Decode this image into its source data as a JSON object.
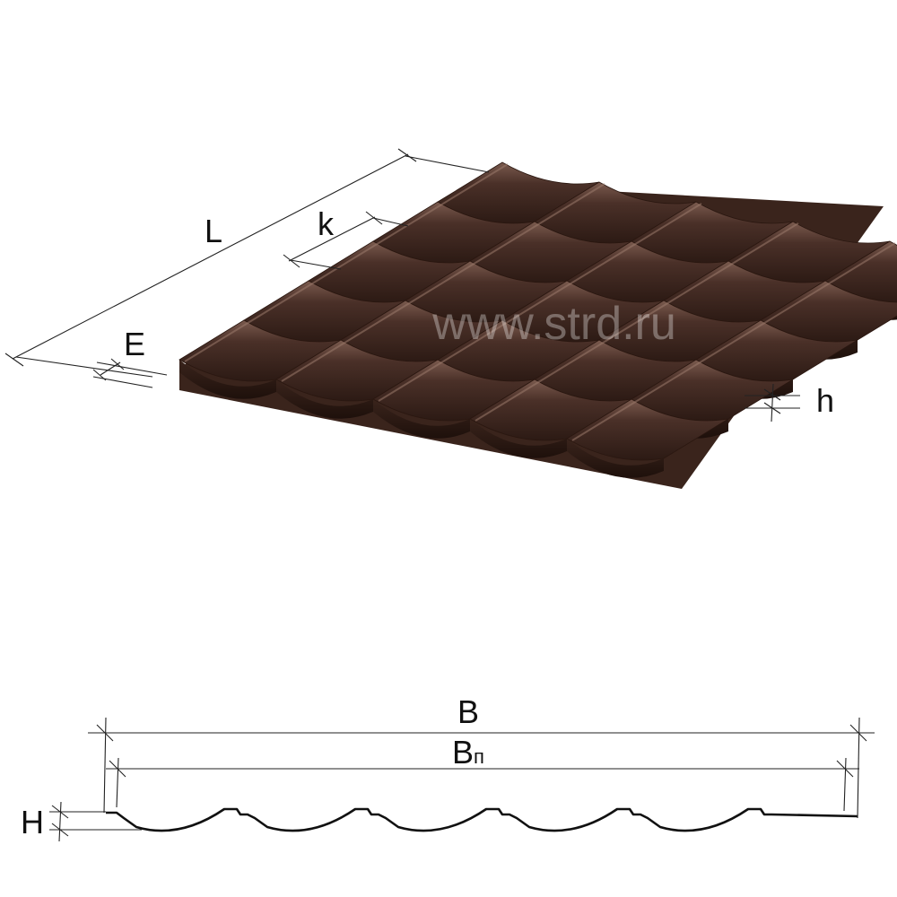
{
  "watermark": "www.strd.ru",
  "dimensions": {
    "length": "L",
    "wave_step": "k",
    "edge": "E",
    "step_height": "h",
    "total_width": "B",
    "usable_width_main": "B",
    "usable_width_sub": "п",
    "profile_height": "H"
  },
  "colors": {
    "sheet_base": "#4a3028",
    "sheet_dark": "#2c1a14",
    "sheet_light": "#7a5a4e",
    "dimension_lines": "#222222"
  }
}
